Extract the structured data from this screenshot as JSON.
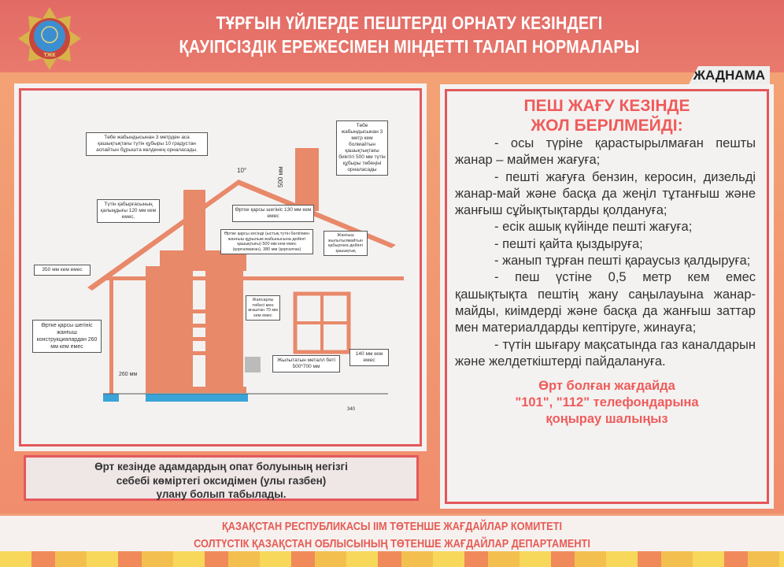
{
  "header": {
    "title_line1": "ТҰРҒЫН ҮЙЛЕРДЕ ПЕШТЕРДІ ОРНАТУ КЕЗІНДЕГІ",
    "title_line2": "ҚАУІПСІЗДІК ЕРЕЖЕСІМЕН МІНДЕТТІ ТАЛАП НОРМАЛАРЫ",
    "logo_text": "ТЖК",
    "tag": "ЖАДНАМА"
  },
  "diagram": {
    "labels": {
      "chimney_angle": "Төбе жабындысынан 3 метрден аса қашықтықтағы түтін құбыры 10 градустан аспайтын бұрышта көлденең орналасады.",
      "chimney_height": "Төбе жабындысынан 3 метр кем болмайтын қашықтықтағы биіктігі 500 мм түтін құбыры төбеңіні орналасады",
      "wall_thickness": "Түтін қабырғасының қалыңдығы 120 мм кем емес.",
      "fire_offset_130": "Өртке қарсы шегініс 130 мм кем емес",
      "fire_cut": "Өртке қарсы кесінді (ыстық түтін бөлігімен жанғыш құрылым жабынысына дейінгі қашықтығы) 500 мм кем емес (қорғалмаған), 380 мм (қорғалған)",
      "unheated_wall": "Жанғыш жылытылмайтын қабырғаға дейінгі қашықтық",
      "eave_350": "350 мм кем емес",
      "ceiling_70": "Жапсарлы төбесі мен ағаштан 70 мм кем емес",
      "fire_offset_260": "Өртке қарсы шегініс жанғыш конструкциялардан 260 мм кем емес",
      "gap_260": "260 мм",
      "metal_sheet": "Жылытатын металл беті 500*700 мм",
      "floor_140": "140 мм кем емес",
      "dim_500": "500 мм",
      "angle": "10°",
      "dim_340": "340"
    }
  },
  "note": {
    "line1": "Өрт кезінде адамдардың опат болуының негізгі",
    "line2": "себебі көміртегі оксидімен (улы газбен)",
    "line3": "улану болып табылады."
  },
  "rules": {
    "heading_line1": "ПЕШ ЖАҒУ КЕЗІНДЕ",
    "heading_line2": "ЖОЛ БЕРІЛМЕЙДІ:",
    "items": [
      "- осы түріне қарастырылмаған пешты жанар – маймен жағуға;",
      "- пешті жағуға бензин, керосин, дизельді жанар-май және басқа да жеңіл тұтанғыш және жанғыш сұйықтықтарды қолдануға;",
      "- есік ашық күйінде пешті жағуға;",
      "- пешті қайта қыздыруға;",
      "- жанып тұрған пешті қараусыз қалдыруға;",
      "- пеш үстіне 0,5 метр кем емес қашықтықта пештің жану саңылауына жанар-майды, киімдерді және басқа да жанғыш заттар мен материалдарды кептіруге, жинауға;",
      "- түтін шығару мақсатында газ каналдарын және желдеткіштерді пайдалануға."
    ],
    "call_line1": "Өрт болған жағдайда",
    "call_line2": "\"101\", \"112\" телефондарына",
    "call_line3": "қоңырау шалыңыз"
  },
  "footer": {
    "line1": "ҚАЗАҚСТАН РЕСПУБЛИКАСЫ ІІМ ТӨТЕНШЕ ЖАҒДАЙЛАР КОМИТЕТІ",
    "line2": "СОЛТҮСТІК ҚАЗАҚСТАН ОБЛЫСЫНЫҢ ТӨТЕНШЕ ЖАҒДАЙЛАР ДЕПАРТАМЕНТІ"
  },
  "colors": {
    "header": "#e26a66",
    "accent": "#ef5b5b",
    "brick": "#e8896a",
    "panel_border": "#e4585a"
  }
}
